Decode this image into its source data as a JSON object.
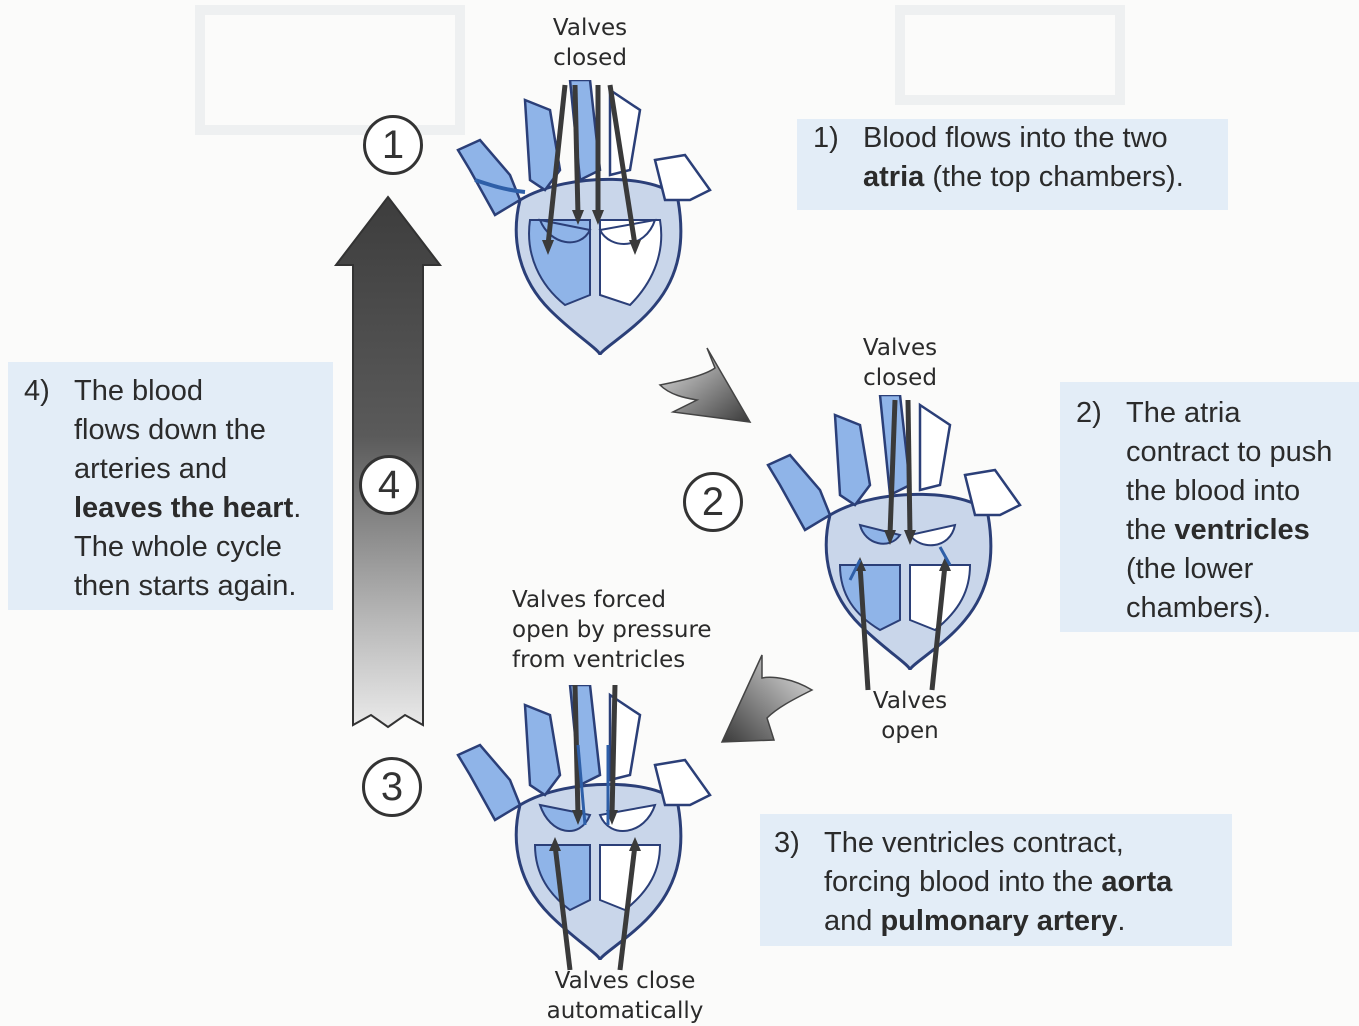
{
  "steps": [
    {
      "number": "1)",
      "text_parts": [
        {
          "t": "Blood flows into the two",
          "b": false,
          "br": true
        },
        {
          "t": "atria",
          "b": true
        },
        {
          "t": " (the top chambers).",
          "b": false
        }
      ]
    },
    {
      "number": "2)",
      "text_parts": [
        {
          "t": "The atria",
          "b": false,
          "br": true
        },
        {
          "t": "contract to push",
          "b": false,
          "br": true
        },
        {
          "t": "the blood into",
          "b": false,
          "br": true
        },
        {
          "t": "the ",
          "b": false
        },
        {
          "t": "ventricles",
          "b": true,
          "br": true
        },
        {
          "t": "(the lower",
          "b": false,
          "br": true
        },
        {
          "t": "chambers).",
          "b": false
        }
      ]
    },
    {
      "number": "3)",
      "text_parts": [
        {
          "t": "The ventricles contract,",
          "b": false,
          "br": true
        },
        {
          "t": "forcing blood into the ",
          "b": false
        },
        {
          "t": "aorta",
          "b": true,
          "br": true
        },
        {
          "t": "and ",
          "b": false
        },
        {
          "t": "pulmonary artery",
          "b": true
        },
        {
          "t": ".",
          "b": false
        }
      ]
    },
    {
      "number": "4)",
      "text_parts": [
        {
          "t": "The blood",
          "b": false,
          "br": true
        },
        {
          "t": "flows down the",
          "b": false,
          "br": true
        },
        {
          "t": "arteries and",
          "b": false,
          "br": true
        },
        {
          "t": "leaves the heart",
          "b": true
        },
        {
          "t": ".",
          "b": false,
          "br": true
        },
        {
          "t": "The whole cycle",
          "b": false,
          "br": true
        },
        {
          "t": "then starts again.",
          "b": false
        }
      ]
    }
  ],
  "circle_numbers": {
    "one": "1",
    "two": "2",
    "three": "3",
    "four": "4"
  },
  "labels": {
    "valves_closed_top": [
      "Valves",
      "closed"
    ],
    "valves_closed_mid": [
      "Valves",
      "closed"
    ],
    "valves_open": [
      "Valves",
      "open"
    ],
    "valves_forced": [
      "Valves forced",
      "open by pressure",
      "from ventricles"
    ],
    "valves_close_auto": [
      "Valves close",
      "automatically"
    ]
  },
  "colors": {
    "box_fill": "#e3edf7",
    "blood_blue": "#8fb4e8",
    "blood_blue_dark": "#2e5fa8",
    "heart_outline": "#2b3f78",
    "heart_wall": "#c9d6ea",
    "arrow_dark": "#3a3a3a"
  }
}
